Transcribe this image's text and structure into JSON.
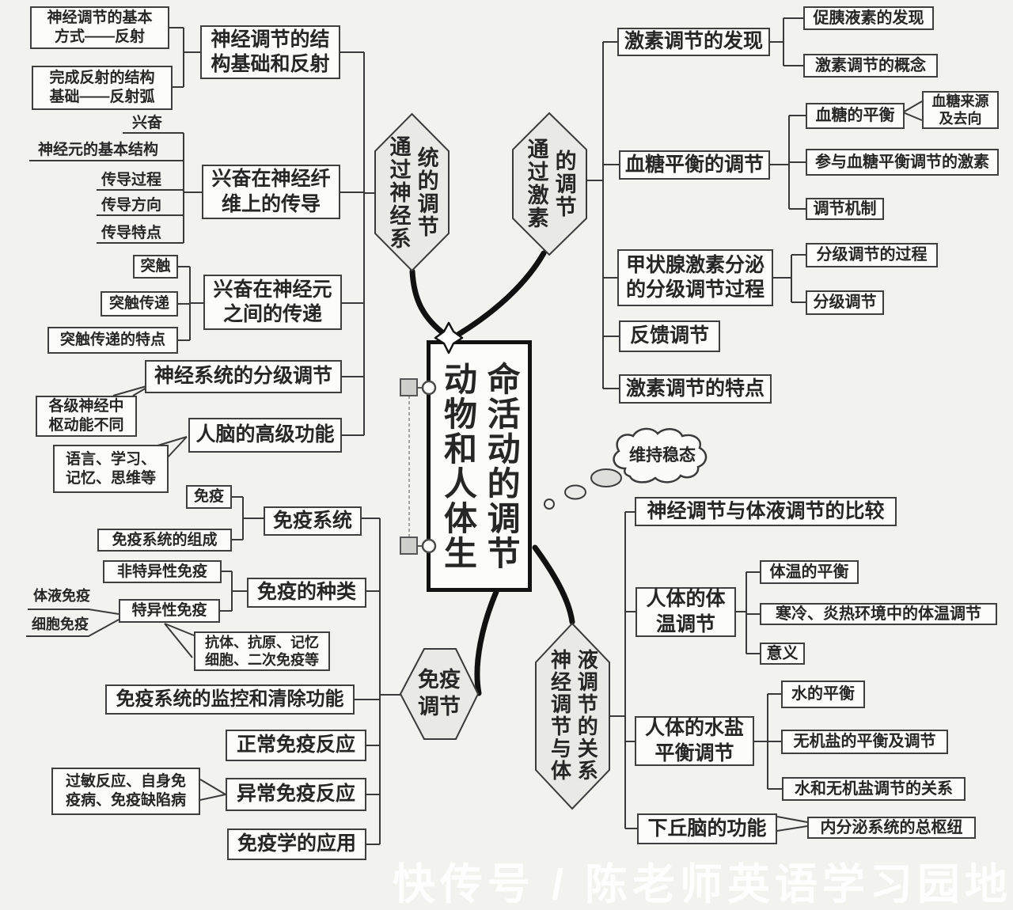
{
  "colors": {
    "background": "#f2f2ef",
    "box_fill": "#fcfcfa",
    "hex_fill": "#e9e9e6",
    "line": "#3a3a3a",
    "thick_line": "#111111",
    "watermark": "#ffffff"
  },
  "central": {
    "title": "动物和人体生\n命活动的调节"
  },
  "hexagons": {
    "nervous": "通过神经系\n统的调节",
    "hormone": "通过激素\n的调节",
    "immune": "免疫\n调节",
    "relation": "神经调节与体\n液调节的关系"
  },
  "cloud": {
    "label": "维持稳态"
  },
  "nodes": {
    "reflex_basic": "神经调节的基本\n方式——反射",
    "reflex_arc": "完成反射的结构\n基础——反射弧",
    "nerve_struct_reflex": "神经调节的结\n构基础和反射",
    "excitement": "兴奋",
    "neuron_struct": "神经元的基本结构",
    "conduct_process": "传导过程",
    "conduct_direction": "传导方向",
    "conduct_feature": "传导特点",
    "fiber_conduct": "兴奋在神经纤\n维上的传导",
    "synapse": "突触",
    "synapse_trans": "突触传递",
    "synapse_feature": "突触传递的特点",
    "neuron_trans": "兴奋在神经元\n之间的传递",
    "hier_regulation": "神经系统的分级调节",
    "hier_note": "各级神经中\n枢动能不同",
    "brain_func": "人脑的高级功能",
    "brain_note": "语言、学习、\n记忆、思维等",
    "hormone_discovery": "激素调节的发现",
    "secretin": "促胰液素的发现",
    "hormone_concept": "激素调节的概念",
    "glucose_reg": "血糖平衡的调节",
    "glucose_balance": "血糖的平衡",
    "glucose_note": "血糖来源\n及去向",
    "glucose_hormones": "参与血糖平衡调节的激素",
    "reg_mechanism": "调节机制",
    "thyroid": "甲状腺激素分泌\n的分级调节过程",
    "hier_process": "分级调节的过程",
    "hier_reg2": "分级调节",
    "feedback": "反馈调节",
    "hormone_feature": "激素调节的特点",
    "compare": "神经调节与体液调节的比较",
    "body_temp": "人体的体\n温调节",
    "temp_balance": "体温的平衡",
    "temp_env": "寒冷、炎热环境中的体温调节",
    "temp_meaning": "意义",
    "water_salt": "人体的水盐\n平衡调节",
    "water_balance": "水的平衡",
    "salt_balance": "无机盐的平衡及调节",
    "water_salt_rel": "水和无机盐调节的关系",
    "hypothalamus": "下丘脑的功能",
    "endocrine_hub": "内分泌系统的总枢纽",
    "immunity": "免疫",
    "immune_comp": "免疫系统的组成",
    "immune_system": "免疫系统",
    "nonspecific": "非特异性免疫",
    "specific": "特异性免疫",
    "humoral": "体液免疫",
    "cellular": "细胞免疫",
    "immune_kinds": "免疫的种类",
    "antibody_note": "抗体、抗原、记忆\n细胞、二次免疫等",
    "monitor": "免疫系统的监控和清除功能",
    "normal_immune": "正常免疫反应",
    "abnormal_note": "过敏反应、自身免\n疫病、免疫缺陷病",
    "abnormal_immune": "异常免疫反应",
    "immunology_app": "免疫学的应用"
  },
  "watermark": {
    "text": "快传号 / 陈老师英语学习园地"
  }
}
